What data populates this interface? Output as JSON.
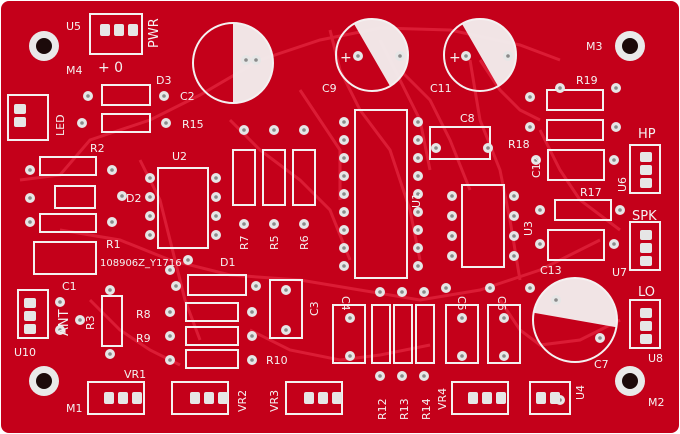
{
  "board": {
    "colors": {
      "substrate": "#c4001a",
      "trace": "#e0233a",
      "silk": "#f4f1f1",
      "pad": "#e6e6e6",
      "hole": "#1c0a0a"
    },
    "labels": {
      "U5": "U5",
      "PWR": "PWR",
      "plus_zero": "+ 0",
      "M4": "M4",
      "D3": "D3",
      "C2": "C2",
      "C9": "C9",
      "C11": "C11",
      "M3": "M3",
      "LED": "LED",
      "R15": "R15",
      "R19": "R19",
      "R2": "R2",
      "U2": "U2",
      "C8": "C8",
      "R18": "R18",
      "HP": "HP",
      "C12": "C12",
      "U6": "U6",
      "D2": "D2",
      "R7": "R7",
      "R5": "R5",
      "R6": "R6",
      "U1": "U1",
      "R17": "R17",
      "U3": "U3",
      "SPK": "SPK",
      "R1": "R1",
      "date_code": "108906Z_Y1716",
      "D1": "D1",
      "C13": "C13",
      "U7": "U7",
      "C1": "C1",
      "LO": "LO",
      "ANT": "ANT",
      "R3": "R3",
      "R8": "R8",
      "R9": "R9",
      "C3": "C3",
      "C4": "C4",
      "C5": "C5",
      "C6": "C6",
      "U8": "U8",
      "U10": "U10",
      "R10": "R10",
      "C7": "C7",
      "VR1": "VR1",
      "M1": "M1",
      "VR2": "VR2",
      "VR3": "VR3",
      "R12": "R12",
      "R13": "R13",
      "R14": "R14",
      "VR4": "VR4",
      "U4": "U4",
      "M2": "M2",
      "plus": "+"
    }
  }
}
